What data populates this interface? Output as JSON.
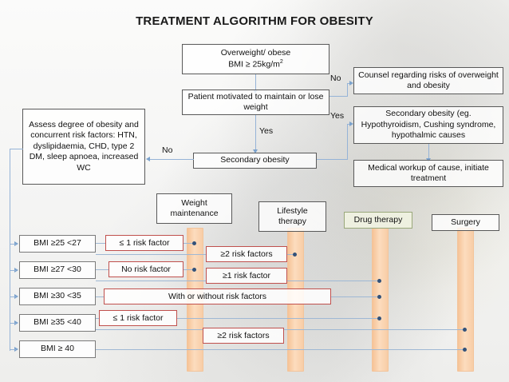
{
  "title": "TREATMENT ALGORITHM FOR OBESITY",
  "flow": {
    "overweight": "Overweight/ obese\nBMI ≥ 25kg/m2",
    "overweight_line1": "Overweight/ obese",
    "overweight_line2a": "BMI ≥ 25kg/m",
    "overweight_sup": "2",
    "motivated": "Patient motivated to maintain or lose weight",
    "secondary_obesity": "Secondary obesity",
    "counsel": "Counsel regarding risks of overweight and obesity",
    "secondary_causes": "Secondary obesity (eg. Hypothyroidism, Cushing syndrome, hypothalmic causes",
    "medical_workup": "Medical workup of cause, initiate treatment",
    "assess": "Assess degree of obesity and concurrent risk factors: HTN, dyslipidaemia, CHD, type 2 DM, sleep apnoea, increased WC"
  },
  "edge_labels": {
    "no_top": "No",
    "yes_right": "Yes",
    "yes_down": "Yes",
    "no_left": "No"
  },
  "therapies": [
    {
      "id": "weight-maintenance",
      "label": "Weight maintenance",
      "style": "plain"
    },
    {
      "id": "lifestyle-therapy",
      "label": "Lifestyle therapy",
      "style": "plain"
    },
    {
      "id": "drug-therapy",
      "label": "Drug therapy",
      "style": "green"
    },
    {
      "id": "surgery",
      "label": "Surgery",
      "style": "plain"
    }
  ],
  "bmi_categories": [
    "BMI ≥25 <27",
    "BMI ≥27 <30",
    "BMI ≥30 <35",
    "BMI ≥35 <40",
    "BMI ≥ 40"
  ],
  "risk_labels": [
    "≤ 1 risk factor",
    "≥2 risk factors",
    "No risk factor",
    "≥1 risk factor",
    "With or without risk factors",
    "≤ 1 risk factor",
    "≥2 risk factors"
  ],
  "colors": {
    "connector": "#95b3d7",
    "dot": "#33527a",
    "risk_border": "#c0504d",
    "column": "#f8cda6",
    "drug_fill": "#eef0e0",
    "box_border": "#7f7f7f"
  }
}
